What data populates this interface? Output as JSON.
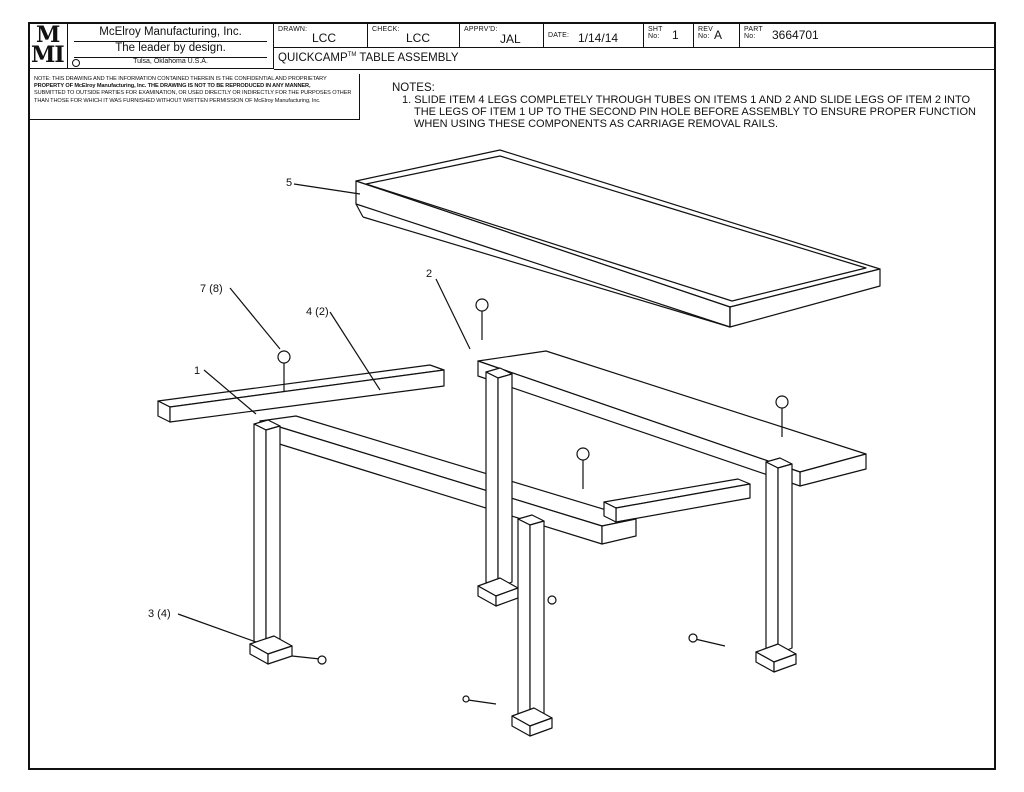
{
  "title_block": {
    "logo_text": [
      "M",
      "MI"
    ],
    "company_name": "McElroy Manufacturing, Inc.",
    "tagline": "The leader by design.",
    "location": "Tulsa, Oklahoma U.S.A.",
    "drawn_label": "DRAWN:",
    "drawn_value": "LCC",
    "check_label": "CHECK:",
    "check_value": "LCC",
    "apprvd_label": "APPRV'D:",
    "apprvd_value": "JAL",
    "date_label": "DATE:",
    "date_value": "1/14/14",
    "sht_label": "SHT No:",
    "sht_value": "1",
    "rev_label": "REV No:",
    "rev_value": "A",
    "part_label": "PART No:",
    "part_value": "3664701",
    "drawing_title_main": "QUICKCAMP",
    "drawing_title_tm": "TM",
    "drawing_title_rest": " TABLE ASSEMBLY"
  },
  "proprietary_note": [
    "NOTE: THIS DRAWING AND THE INFORMATION CONTAINED THEREIN IS THE CONFIDENTIAL AND PROPRIETARY",
    "PROPERTY OF McElroy Manufacturing, Inc. THE DRAWING IS NOT TO BE REPRODUCED IN ANY MANNER,",
    "SUBMITTED TO OUTSIDE PARTIES FOR EXAMINATION, OR USED DIRECTLY OR INDIRECTLY FOR THE PURPOSES OTHER",
    "THAN THOSE FOR WHICH IT WAS FURNISHED WITHOUT WRITTEN PERMISSION OF McElroy Manufacturing, Inc."
  ],
  "notes": {
    "heading": "NOTES:",
    "items": [
      "1. SLIDE ITEM 4 LEGS COMPLETELY THROUGH TUBES ON ITEMS 1 AND 2 AND SLIDE LEGS OF ITEM 2 INTO THE LEGS OF ITEM 1 UP TO THE SECOND PIN HOLE BEFORE ASSEMBLY TO ENSURE PROPER FUNCTION WHEN USING THESE COMPONENTS AS CARRIAGE REMOVAL RAILS."
    ]
  },
  "callouts": {
    "c1": "1",
    "c2": "2",
    "c3": "3 (4)",
    "c4": "4 (2)",
    "c5": "5",
    "c7": "7 (8)"
  },
  "colors": {
    "line": "#111111",
    "paper": "#ffffff"
  }
}
